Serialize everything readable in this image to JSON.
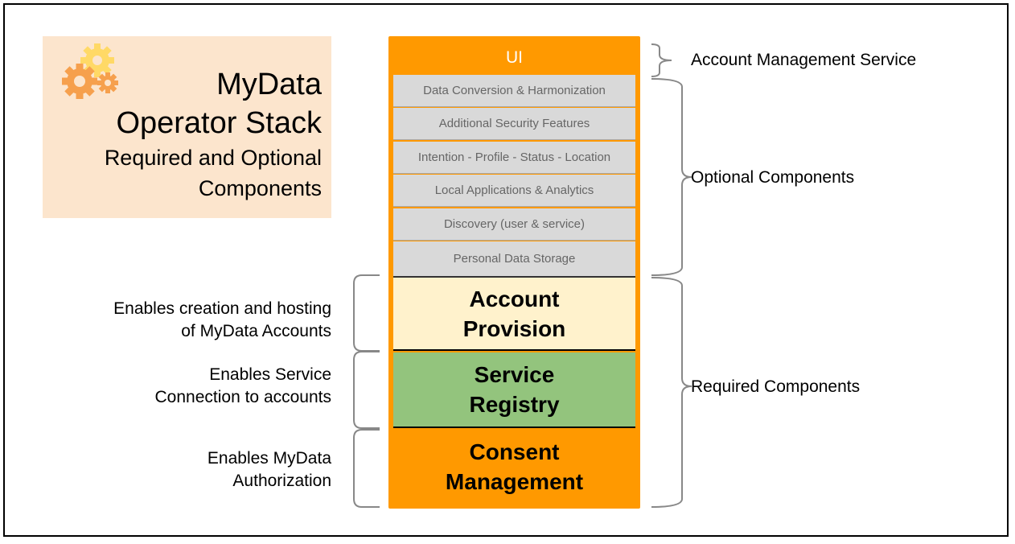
{
  "title": {
    "main_line1": "MyData",
    "main_line2": "Operator Stack",
    "sub_line1": "Required and Optional",
    "sub_line2": "Components",
    "icon": "gears-icon"
  },
  "stack": {
    "top_layer": "UI",
    "optional_layers": [
      "Data Conversion & Harmonization",
      "Additional Security Features",
      "Intention - Profile - Status - Location",
      "Local Applications & Analytics",
      "Discovery (user & service)",
      "Personal Data Storage"
    ],
    "required_layers": [
      {
        "line1": "Account",
        "line2": "Provision"
      },
      {
        "line1": "Service",
        "line2": "Registry"
      },
      {
        "line1": "Consent",
        "line2": "Management"
      }
    ]
  },
  "right_annotations": {
    "account_management": "Account Management Service",
    "optional": "Optional Components",
    "required": "Required Components"
  },
  "left_annotations": [
    {
      "line1": "Enables creation and hosting",
      "line2": "of MyData Accounts"
    },
    {
      "line1": "Enables Service",
      "line2": "Connection to accounts"
    },
    {
      "line1": "Enables MyData",
      "line2": "Authorization"
    }
  ],
  "colors": {
    "title_panel": "#fce5cd",
    "stack_orange": "#ff9900",
    "optional_gray": "#d9d9d9",
    "account_provision": "#fff2cc",
    "service_registry": "#93c47d",
    "gear_orange": "#f6a04d",
    "gear_yellow": "#ffd966"
  }
}
